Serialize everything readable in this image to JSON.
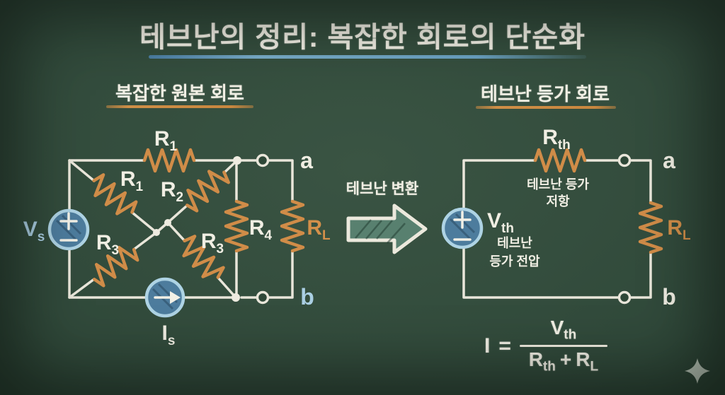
{
  "title": "테브난의 정리: 복잡한 회로의 단순화",
  "left_panel": {
    "heading": "복잡한 원본 회로",
    "components": {
      "vs": {
        "main": "V",
        "sub": "s"
      },
      "is": {
        "main": "I",
        "sub": "s"
      },
      "r1_top": {
        "main": "R",
        "sub": "1"
      },
      "r1_diag": {
        "main": "R",
        "sub": "1"
      },
      "r2": {
        "main": "R",
        "sub": "2"
      },
      "r3_left": {
        "main": "R",
        "sub": "3"
      },
      "r3_right": {
        "main": "R",
        "sub": "3"
      },
      "r4": {
        "main": "R",
        "sub": "4"
      },
      "rl": {
        "main": "R",
        "sub": "L"
      },
      "terminal_a": "a",
      "terminal_b": "b"
    }
  },
  "transform": {
    "label": "테브난 변환"
  },
  "right_panel": {
    "heading": "테브난 등가 회로",
    "components": {
      "rth": {
        "main": "R",
        "sub": "th"
      },
      "rth_caption_line1": "테브난 등가",
      "rth_caption_line2": "저항",
      "vth": {
        "main": "V",
        "sub": "th"
      },
      "vth_caption_line1": "테브난",
      "vth_caption_line2": "등가 전압",
      "rl": {
        "main": "R",
        "sub": "L"
      },
      "terminal_a": "a",
      "terminal_b": "b"
    }
  },
  "formula": {
    "lhs": "I",
    "equals": "=",
    "numerator": {
      "main": "V",
      "sub": "th"
    },
    "den_r1": {
      "main": "R",
      "sub": "th"
    },
    "plus": "+",
    "den_r2": {
      "main": "R",
      "sub": "L"
    }
  },
  "colors": {
    "board_green": "#2e4737",
    "chalk_white": "#f0eee3",
    "title_underline_blue": "#6aa2c2",
    "heading_underline_orange": "#c8873f",
    "resistor_orange": "#d08c48",
    "label_light_blue": "#aacfe3",
    "source_fill_blue": "#4d7c9d",
    "source_border_blue": "#aed3e4",
    "arrow_fill_teal": "#58806f"
  }
}
